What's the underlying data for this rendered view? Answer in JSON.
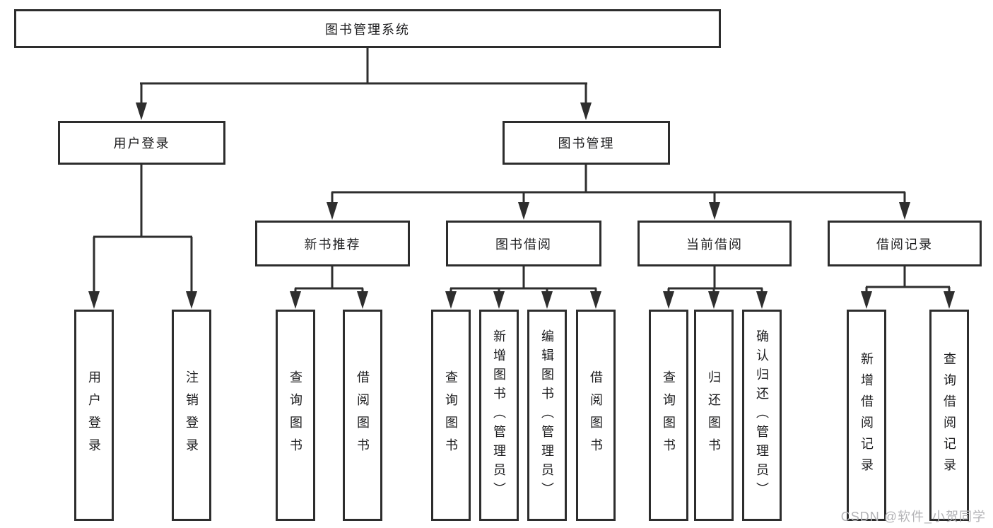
{
  "tree": {
    "root": {
      "label": "图书管理系统",
      "children": [
        {
          "label": "用户登录",
          "children": [
            {
              "label": "用户登录"
            },
            {
              "label": "注销登录"
            }
          ]
        },
        {
          "label": "图书管理",
          "children": [
            {
              "label": "新书推荐",
              "children": [
                {
                  "label": "查询图书"
                },
                {
                  "label": "借阅图书"
                }
              ]
            },
            {
              "label": "图书借阅",
              "children": [
                {
                  "label": "查询图书"
                },
                {
                  "label": "新增图书（管理员）"
                },
                {
                  "label": "编辑图书（管理员）"
                },
                {
                  "label": "借阅图书"
                }
              ]
            },
            {
              "label": "当前借阅",
              "children": [
                {
                  "label": "查询图书"
                },
                {
                  "label": "归还图书"
                },
                {
                  "label": "确认归还（管理员）"
                }
              ]
            },
            {
              "label": "借阅记录",
              "children": [
                {
                  "label": "新增借阅记录"
                },
                {
                  "label": "查询借阅记录"
                }
              ]
            }
          ]
        }
      ]
    }
  },
  "watermark": {
    "text": "CSDN @软件_小贺同学"
  },
  "colors": {
    "line": "#2e2e2e",
    "box_border": "#2d2d2d",
    "box_background": "#ffffff",
    "label_text": "#1c1c1e",
    "watermark_text": "#b3b3b6"
  }
}
